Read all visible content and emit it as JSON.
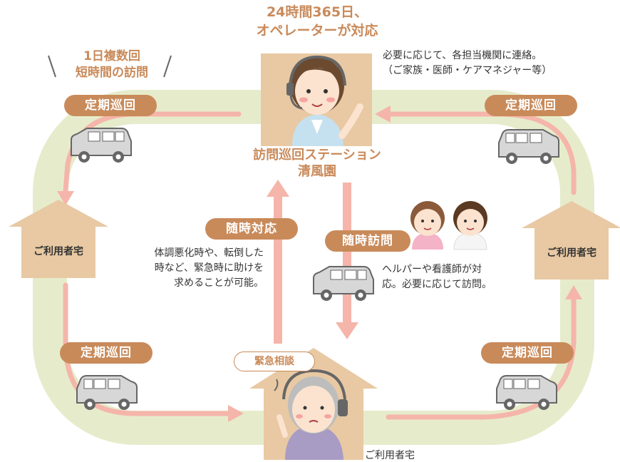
{
  "header": {
    "line1": "24時間365日、",
    "line2": "オペレーターが対応"
  },
  "top_left_label": {
    "line1": "1日複数回",
    "line2": "短時間の訪問"
  },
  "operator_note": {
    "line1": "必要に応じて、各担当機関に連絡。",
    "line2": "（ご家族・医師・ケアマネジャー等）"
  },
  "station": {
    "line1": "訪問巡回ステーション",
    "line2": "清風園"
  },
  "pills": {
    "patrol_tl": "定期巡回",
    "patrol_tr": "定期巡回",
    "patrol_bl": "定期巡回",
    "patrol_br": "定期巡回",
    "response": "随時対応",
    "visit": "随時訪問",
    "consult": "緊急相談"
  },
  "houses": {
    "left": "ご利用者宅",
    "right": "ご利用者宅",
    "bottom": "ご利用者宅"
  },
  "response_note": {
    "line1": "体調悪化時や、転倒した",
    "line2": "時など、緊急時に助けを",
    "line3": "求めることが可能。"
  },
  "visit_note": {
    "line1": "ヘルパーや看護師が対",
    "line2": "応。必要に応じて訪問。"
  },
  "colors": {
    "track": "#e6eccb",
    "arrow": "#f5b5aa",
    "accent": "#c98a5a",
    "house": "#e8c9a3",
    "car": "#d7d7d7"
  }
}
